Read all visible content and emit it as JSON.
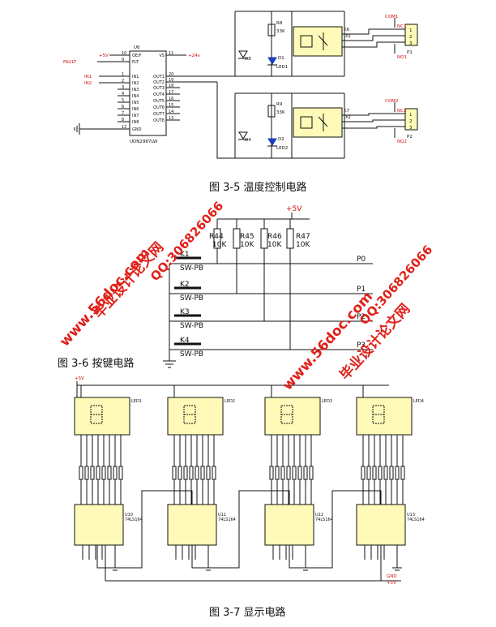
{
  "fig1": {
    "caption": "图 3-5 温度控制电路",
    "ic_ref": "U6",
    "ic_part": "UDN2987LW",
    "ic_pins_left": [
      {
        "num": "10",
        "name": "OE/F"
      },
      {
        "num": "9",
        "name": "FLT"
      },
      {
        "num": "1",
        "name": "IN1"
      },
      {
        "num": "2",
        "name": "IN2"
      },
      {
        "num": "3",
        "name": "IN3"
      },
      {
        "num": "4",
        "name": "IN4"
      },
      {
        "num": "5",
        "name": "IN5"
      },
      {
        "num": "6",
        "name": "IN6"
      },
      {
        "num": "7",
        "name": "IN7"
      },
      {
        "num": "8",
        "name": "IN8"
      },
      {
        "num": "12",
        "name": "GND"
      }
    ],
    "ic_pins_right": [
      {
        "num": "11",
        "name": "VS"
      },
      {
        "num": "20",
        "name": "OUT1"
      },
      {
        "num": "19",
        "name": "OUT2"
      },
      {
        "num": "18",
        "name": "OUT3"
      },
      {
        "num": "17",
        "name": "OUT4"
      },
      {
        "num": "16",
        "name": "OUT5"
      },
      {
        "num": "15",
        "name": "OUT6"
      },
      {
        "num": "14",
        "name": "OUT7"
      },
      {
        "num": "13",
        "name": "OUT8"
      }
    ],
    "nets": {
      "p5v": "+5V",
      "p24v": "+24v",
      "fault": "FAULT",
      "in1": "IN1",
      "in2": "IN2"
    },
    "ch1": {
      "res": "R8",
      "res_val": "33K",
      "diode": "D8",
      "led": "D1",
      "led_label": "LED1",
      "relay": "K6",
      "relay_type": "DQ",
      "com": "COM1",
      "nc": "NC1",
      "no": "NO1",
      "conn": "P1",
      "pins": [
        "1",
        "2",
        "3"
      ]
    },
    "ch2": {
      "res": "R9",
      "res_val": "33K",
      "diode": "D4",
      "led": "D2",
      "led_label": "LED2",
      "relay": "K7",
      "relay_type": "DQ",
      "com": "COM2",
      "nc": "NC2",
      "no": "NO2",
      "conn": "P2",
      "pins": [
        "1",
        "2",
        "3"
      ]
    }
  },
  "fig2": {
    "caption": "图 3-6 按键电路",
    "supply": "+5V",
    "resistors": [
      {
        "ref": "R44",
        "val": "10K"
      },
      {
        "ref": "R45",
        "val": "10K"
      },
      {
        "ref": "R46",
        "val": "10K"
      },
      {
        "ref": "R47",
        "val": "10K"
      }
    ],
    "keys": [
      {
        "ref": "K1",
        "type": "SW-PB",
        "port": "P0"
      },
      {
        "ref": "K2",
        "type": "SW-PB",
        "port": "P1"
      },
      {
        "ref": "K3",
        "type": "SW-PB",
        "port": "P2"
      },
      {
        "ref": "K4",
        "type": "SW-PB",
        "port": "P3"
      }
    ]
  },
  "fig3": {
    "caption": "图 3-7 显示电路",
    "supply": "+5V",
    "modules": [
      {
        "led": "LED1",
        "ic": "U10",
        "part": "74LS164"
      },
      {
        "led": "LED2",
        "ic": "U11",
        "part": "74LS164"
      },
      {
        "led": "LED3",
        "ic": "U12",
        "part": "74LS164"
      },
      {
        "led": "LED4",
        "ic": "U13",
        "part": "74LS164"
      }
    ],
    "net_labels": [
      "GND",
      "+5V"
    ]
  },
  "watermark": {
    "url": "www.56doc.com",
    "name": "毕业设计论文网",
    "qq": "QQ:306826066"
  }
}
